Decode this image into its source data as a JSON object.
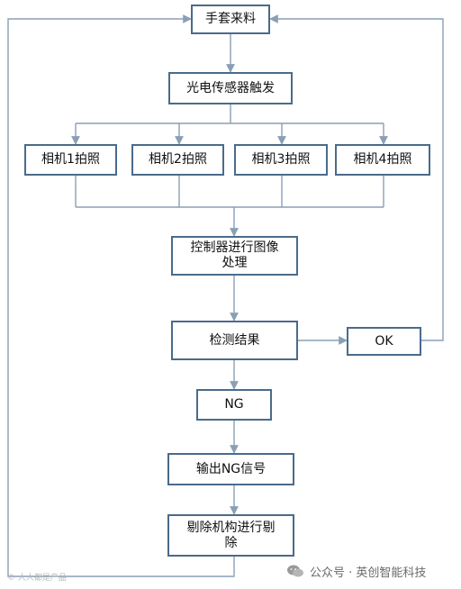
{
  "nodes": {
    "glove_arrival": "手套来料",
    "sensor_trigger": "光电传感器触发",
    "camera1": "相机1拍照",
    "camera2": "相机2拍照",
    "camera3": "相机3拍照",
    "camera4": "相机4拍照",
    "controller_line1": "控制器进行图像",
    "controller_line2": "处理",
    "detection_result": "检测结果",
    "ok": "OK",
    "ng": "NG",
    "ng_signal": "输出NG信号",
    "reject_line1": "剔除机构进行剔",
    "reject_line2": "除"
  },
  "watermark": {
    "left_text": "© 人人都是产品",
    "right_text": "公众号 · 英创智能科技"
  },
  "colors": {
    "box_border": "#4a6b8a",
    "connector": "#8a9fb5"
  }
}
